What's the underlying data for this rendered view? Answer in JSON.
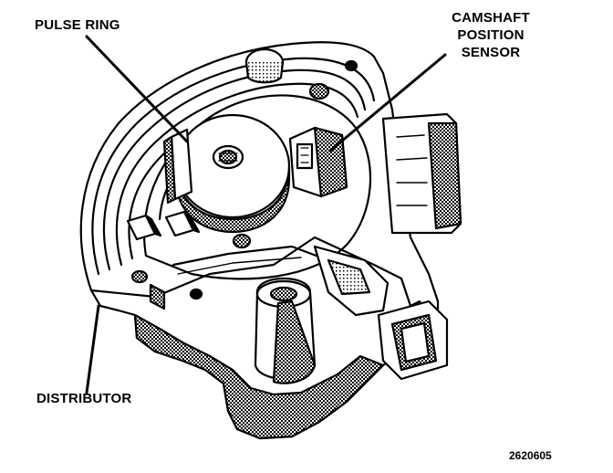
{
  "labels": {
    "pulse_ring": "PULSE RING",
    "camshaft_line1": "CAMSHAFT",
    "camshaft_line2": "POSITION",
    "camshaft_line3": "SENSOR",
    "distributor": "DISTRIBUTOR"
  },
  "figure_number": "2620605",
  "colors": {
    "ink": "#000000",
    "paper": "#ffffff",
    "shade": "#808080",
    "dark_shade": "#404040"
  }
}
